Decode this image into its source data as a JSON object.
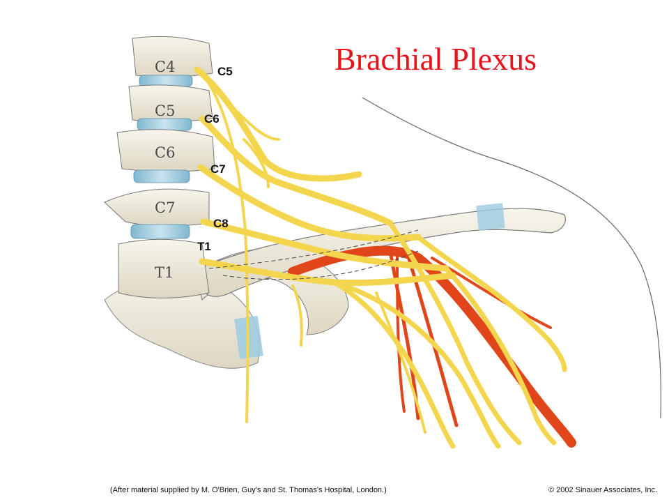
{
  "title": "Brachial Plexus",
  "vertebra_labels": [
    "C4",
    "C5",
    "C6",
    "C7",
    "T1"
  ],
  "nerve_root_labels": [
    "C5",
    "C6",
    "C7",
    "C8",
    "T1"
  ],
  "footer": {
    "credit": "(After material supplied by M. O'Brien, Guy's and St. Thomas's Hospital, London.)",
    "copyright": "© 2002 Sinauer Associates, Inc."
  },
  "colors": {
    "title": "#e8141c",
    "nerve": "#f3d54e",
    "artery": "#e0461a",
    "bone": "#f1eee0",
    "disc": "#9ccbe0"
  }
}
